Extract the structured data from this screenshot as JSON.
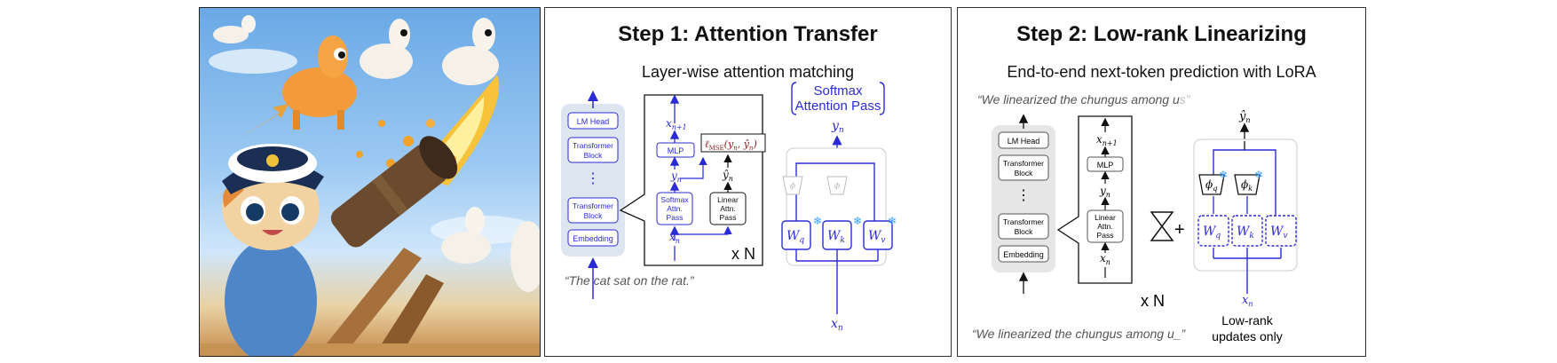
{
  "step1": {
    "title": "Step 1: Attention Transfer",
    "subtitle": "Layer-wise attention matching",
    "stack": [
      "LM Head",
      "Transformer Block",
      "Transformer Block",
      "Embedding"
    ],
    "ellipsis": "⋮",
    "input_text": "“The cat sat on the rat.”",
    "mlp": "MLP",
    "softmax_block": [
      "Softmax",
      "Attn.",
      "Pass"
    ],
    "linear_block": [
      "Linear",
      "Attn.",
      "Pass"
    ],
    "xn1": "x",
    "xn1_sub": "n+1",
    "yn": "y",
    "yn_sub": "n",
    "yhat": "ŷ",
    "xn": "x",
    "n_sub": "n",
    "loss": "ℓ",
    "loss_sub": "MSE",
    "loss_args": "(y",
    "loss_args2": ", ŷ",
    "loss_args3": ")",
    "xN": "x N",
    "softmax_pass": [
      "Softmax",
      "Attention Pass"
    ],
    "wq": "W",
    "q": "q",
    "wk": "W",
    "k": "k",
    "wv": "W",
    "v": "v",
    "phi": "ϕ",
    "snowflake": "❄"
  },
  "step2": {
    "title": "Step 2: Low-rank Linearizing",
    "subtitle": "End-to-end next-token prediction with LoRA",
    "top_text": "“We linearized the chungus among u",
    "top_text_faded": "s”",
    "stack": [
      "LM Head",
      "Transformer Block",
      "Transformer Block",
      "Embedding"
    ],
    "ellipsis": "⋮",
    "bottom_text": "“We linearized the chungus among u_”",
    "mlp": "MLP",
    "linear_block": [
      "Linear",
      "Attn.",
      "Pass"
    ],
    "xN": "x N",
    "plus": "+",
    "lowrank": [
      "Low-rank",
      "updates only"
    ]
  },
  "colors": {
    "blue": "#2b2bd6",
    "red": "#8b1a1a",
    "stackbg": "#dde6f0",
    "gray": "#9a9a9a"
  }
}
